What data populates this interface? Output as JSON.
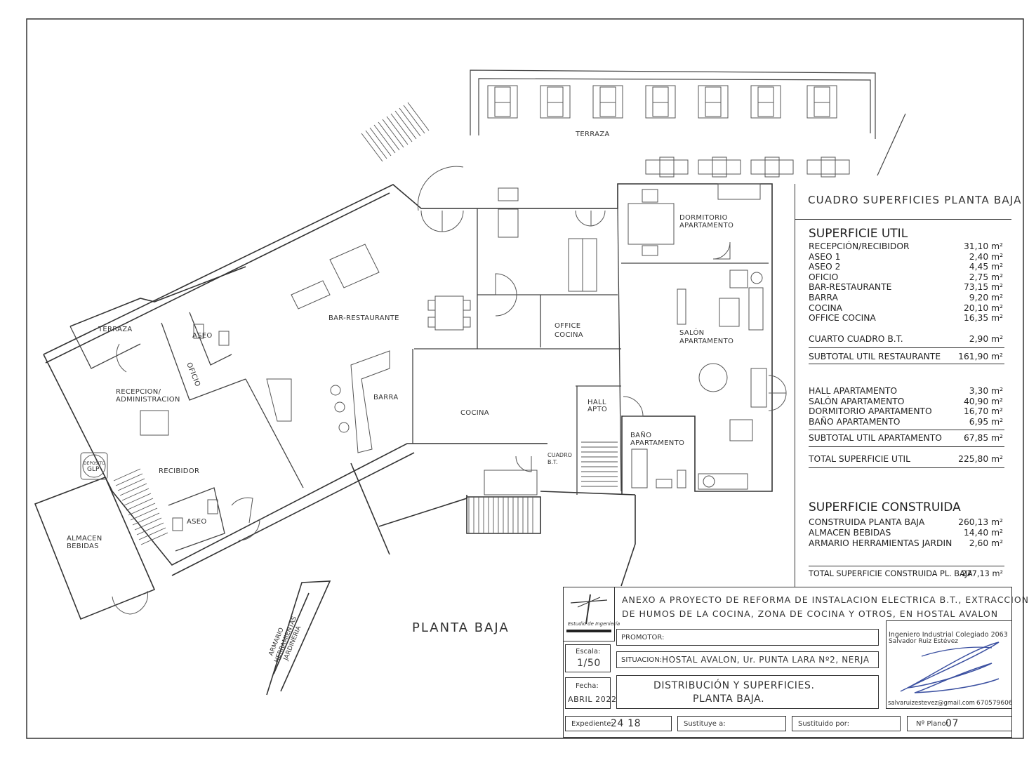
{
  "plan": {
    "title": "PLANTA BAJA",
    "rooms": {
      "terraza_top": "TERRAZA",
      "terraza_left": "TERRAZA",
      "dormitorio": [
        "DORMITORIO",
        "APARTAMENTO"
      ],
      "bar": "BAR-RESTAURANTE",
      "aseo1": "ASEO",
      "oficio": "OFICIO",
      "office": [
        "OFFICE",
        "COCINA"
      ],
      "salon": [
        "SALÓN",
        "APARTAMENTO"
      ],
      "recepcion": [
        "RECEPCION/",
        "ADMINISTRACION"
      ],
      "barra": "BARRA",
      "cocina": "COCINA",
      "hall": [
        "HALL",
        "APTO"
      ],
      "deposito": [
        "DEPOSITO",
        "GLP"
      ],
      "recibidor": "RECIBIDOR",
      "bano": [
        "BAÑO",
        "APARTAMENTO"
      ],
      "cuadro": [
        "CUADRO",
        "B.T."
      ],
      "aseo2": "ASEO",
      "almacen": [
        "ALMACEN",
        "BEBIDAS"
      ],
      "armario": [
        "ARMARIO",
        "HERRAMIENTAS",
        "JARDINERIA"
      ]
    }
  },
  "summary": {
    "heading": "CUADRO SUPERFICIES PLANTA BAJA",
    "util_heading": "SUPERFICIE UTIL",
    "util_restaurante": [
      {
        "name": "RECEPCIÓN/RECIBIDOR",
        "value": "31,10 m²"
      },
      {
        "name": "ASEO 1",
        "value": "2,40 m²"
      },
      {
        "name": "ASEO 2",
        "value": "4,45 m²"
      },
      {
        "name": "OFICIO",
        "value": "2,75 m²"
      },
      {
        "name": "BAR-RESTAURANTE",
        "value": "73,15 m²"
      },
      {
        "name": "BARRA",
        "value": "9,20 m²"
      },
      {
        "name": "COCINA",
        "value": "20,10 m²"
      },
      {
        "name": "OFFICE COCINA",
        "value": "16,35 m²"
      }
    ],
    "cuarto": {
      "name": "CUARTO CUADRO B.T.",
      "value": "2,90 m²"
    },
    "subtotal_restaurante": {
      "name": "SUBTOTAL UTIL RESTAURANTE",
      "value": "161,90 m²"
    },
    "util_apartamento": [
      {
        "name": "HALL APARTAMENTO",
        "value": "3,30 m²"
      },
      {
        "name": "SALÓN APARTAMENTO",
        "value": "40,90 m²"
      },
      {
        "name": "DORMITORIO APARTAMENTO",
        "value": "16,70 m²"
      },
      {
        "name": "BAÑO APARTAMENTO",
        "value": "6,95 m²"
      }
    ],
    "subtotal_apartamento": {
      "name": "SUBTOTAL UTIL APARTAMENTO",
      "value": "67,85 m²"
    },
    "total_util": {
      "name": "TOTAL SUPERFICIE UTIL",
      "value": "225,80 m²"
    },
    "construida_heading": "SUPERFICIE CONSTRUIDA",
    "construida": [
      {
        "name": "CONSTRUIDA PLANTA BAJA",
        "value": "260,13 m²"
      },
      {
        "name": "ALMACEN BEBIDAS",
        "value": "14,40 m²"
      },
      {
        "name": "ARMARIO HERRAMIENTAS JARDIN",
        "value": "2,60 m²"
      }
    ],
    "total_construida": {
      "name": "TOTAL SUPERFICIE CONSTRUIDA PL. BAJA",
      "value": "277,13 m²"
    }
  },
  "titleblock": {
    "logo_caption": "Estudio de Ingeniería",
    "project_line1": "ANEXO A PROYECTO DE REFORMA DE INSTALACION ELECTRICA B.T., EXTRACCION",
    "project_line2": "DE HUMOS DE LA COCINA, ZONA DE COCINA Y OTROS, EN HOSTAL AVALON",
    "engineer_line1": "Ingeniero Industrial Colegiado 2063",
    "engineer_line2": "Salvador Ruiz Estévez",
    "email": "salvaruizestevez@gmail.com",
    "phone": "670579606",
    "promotor_label": "PROMOTOR:",
    "escala_label": "Escala:",
    "escala_value": "1/50",
    "situacion_label": "SITUACION:",
    "situacion_value": "HOSTAL AVALON, Ur. PUNTA LARA Nº2, NERJA",
    "fecha_label": "Fecha:",
    "fecha_value": "ABRIL 2022",
    "drawing_title_1": "DISTRIBUCIÓN Y SUPERFICIES.",
    "drawing_title_2": "PLANTA BAJA.",
    "expediente_label": "Expediente:",
    "expediente_value": "24 18",
    "sustituye_label": "Sustituye a:",
    "sustituido_label": "Sustituido por:",
    "plano_label": "Nº Plano:",
    "plano_value": "07"
  }
}
